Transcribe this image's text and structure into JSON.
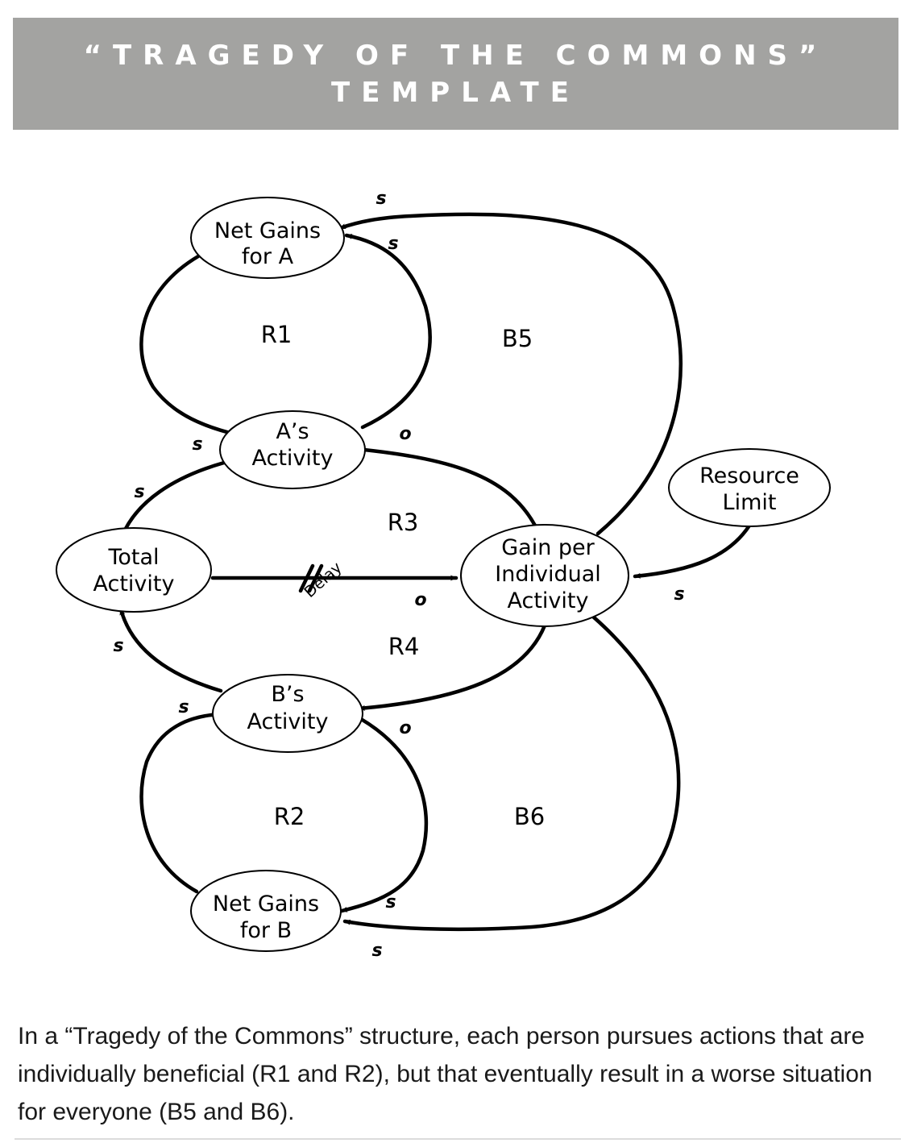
{
  "banner": {
    "line1": "“TRAGEDY OF THE COMMONS”",
    "line2": "TEMPLATE"
  },
  "nodes": {
    "net_gains_a": {
      "line1": "Net Gains",
      "line2": "for A"
    },
    "a_activity": {
      "line1": "A’s",
      "line2": "Activity"
    },
    "total_activity": {
      "line1": "Total",
      "line2": "Activity"
    },
    "gain_per_individual": {
      "line1": "Gain per",
      "line2": "Individual",
      "line3": "Activity"
    },
    "resource_limit": {
      "line1": "Resource",
      "line2": "Limit"
    },
    "b_activity": {
      "line1": "B’s",
      "line2": "Activity"
    },
    "net_gains_b": {
      "line1": "Net Gains",
      "line2": "for B"
    }
  },
  "loops": {
    "r1": "R1",
    "r2": "R2",
    "r3": "R3",
    "r4": "R4",
    "b5": "B5",
    "b6": "B6"
  },
  "polarities": {
    "s": "s",
    "o": "o"
  },
  "delay_label": "Delay",
  "caption": "In a “Tragedy of the Commons” structure, each person pursues actions that are individually beneficial (R1 and R2), but that eventually result in a worse situation for everyone (B5 and B6)."
}
